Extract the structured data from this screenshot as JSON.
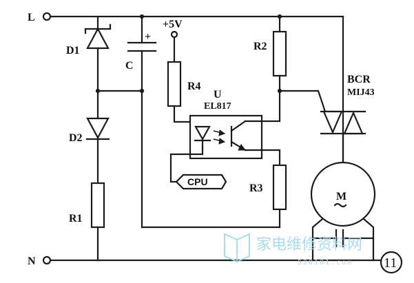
{
  "terminals": {
    "line": "L",
    "neutral": "N"
  },
  "components": {
    "d1": "D1",
    "d2": "D2",
    "r1": "R1",
    "capacitor": "C",
    "capacitor_polarity": "+",
    "supply": "+5V",
    "r4": "R4",
    "optocoupler_ref": "U",
    "optocoupler_part": "EL817",
    "r2": "R2",
    "r3": "R3",
    "triac_ref": "BCR",
    "triac_part": "MIJ43",
    "cpu": "CPU",
    "motor": "M"
  },
  "figure_number": "11",
  "watermark": {
    "text": "家电维修资料网",
    "url": "520101.com"
  },
  "colors": {
    "ink": "#1a1a1a",
    "watermark": "#9ed8ee",
    "background": "#ffffff"
  }
}
